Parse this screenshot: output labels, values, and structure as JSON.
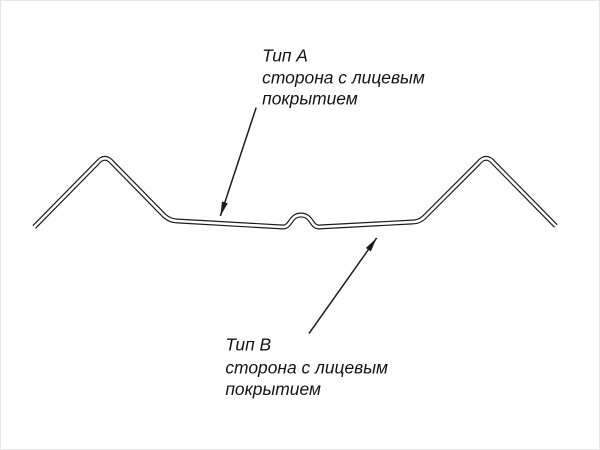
{
  "diagram": {
    "labels": {
      "type_a": {
        "title": "Тип А",
        "line1": "сторона с лицевым",
        "line2": "покрытием"
      },
      "type_b": {
        "title": "Тип В",
        "line1": "сторона с лицевым",
        "line2": "покрытием"
      }
    },
    "colors": {
      "line": "#1c1c1c",
      "background": "#ffffff"
    }
  }
}
